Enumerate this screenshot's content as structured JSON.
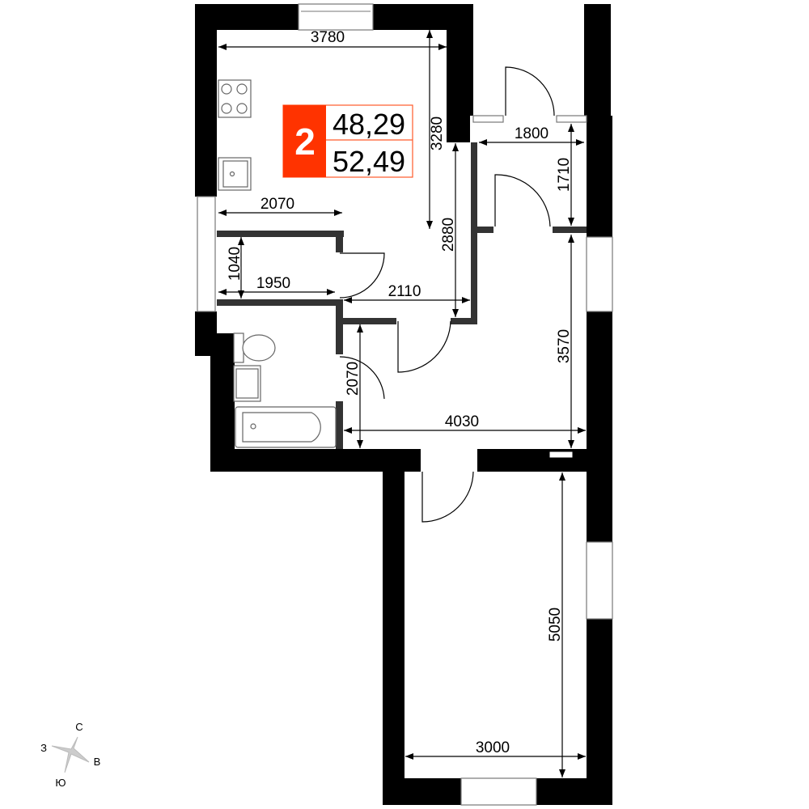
{
  "apartment": {
    "rooms_count": "2",
    "living_area": "48,29",
    "total_area": "52,49",
    "accent_color": "#ff3300"
  },
  "dimensions": {
    "kitchen_width": "3780",
    "kitchen_depth": "3280",
    "kitchen_partial": "2070",
    "corridor_length": "2880",
    "vestibule_width": "1800",
    "vestibule_depth": "1710",
    "closet_depth": "1040",
    "closet_width": "1950",
    "hall_width": "2110",
    "room_depth": "3570",
    "bath_depth": "2070",
    "room_width": "4030",
    "bedroom_depth": "5050",
    "bedroom_width": "3000"
  },
  "compass": {
    "north": "С",
    "east": "В",
    "south": "Ю",
    "west": "З"
  }
}
